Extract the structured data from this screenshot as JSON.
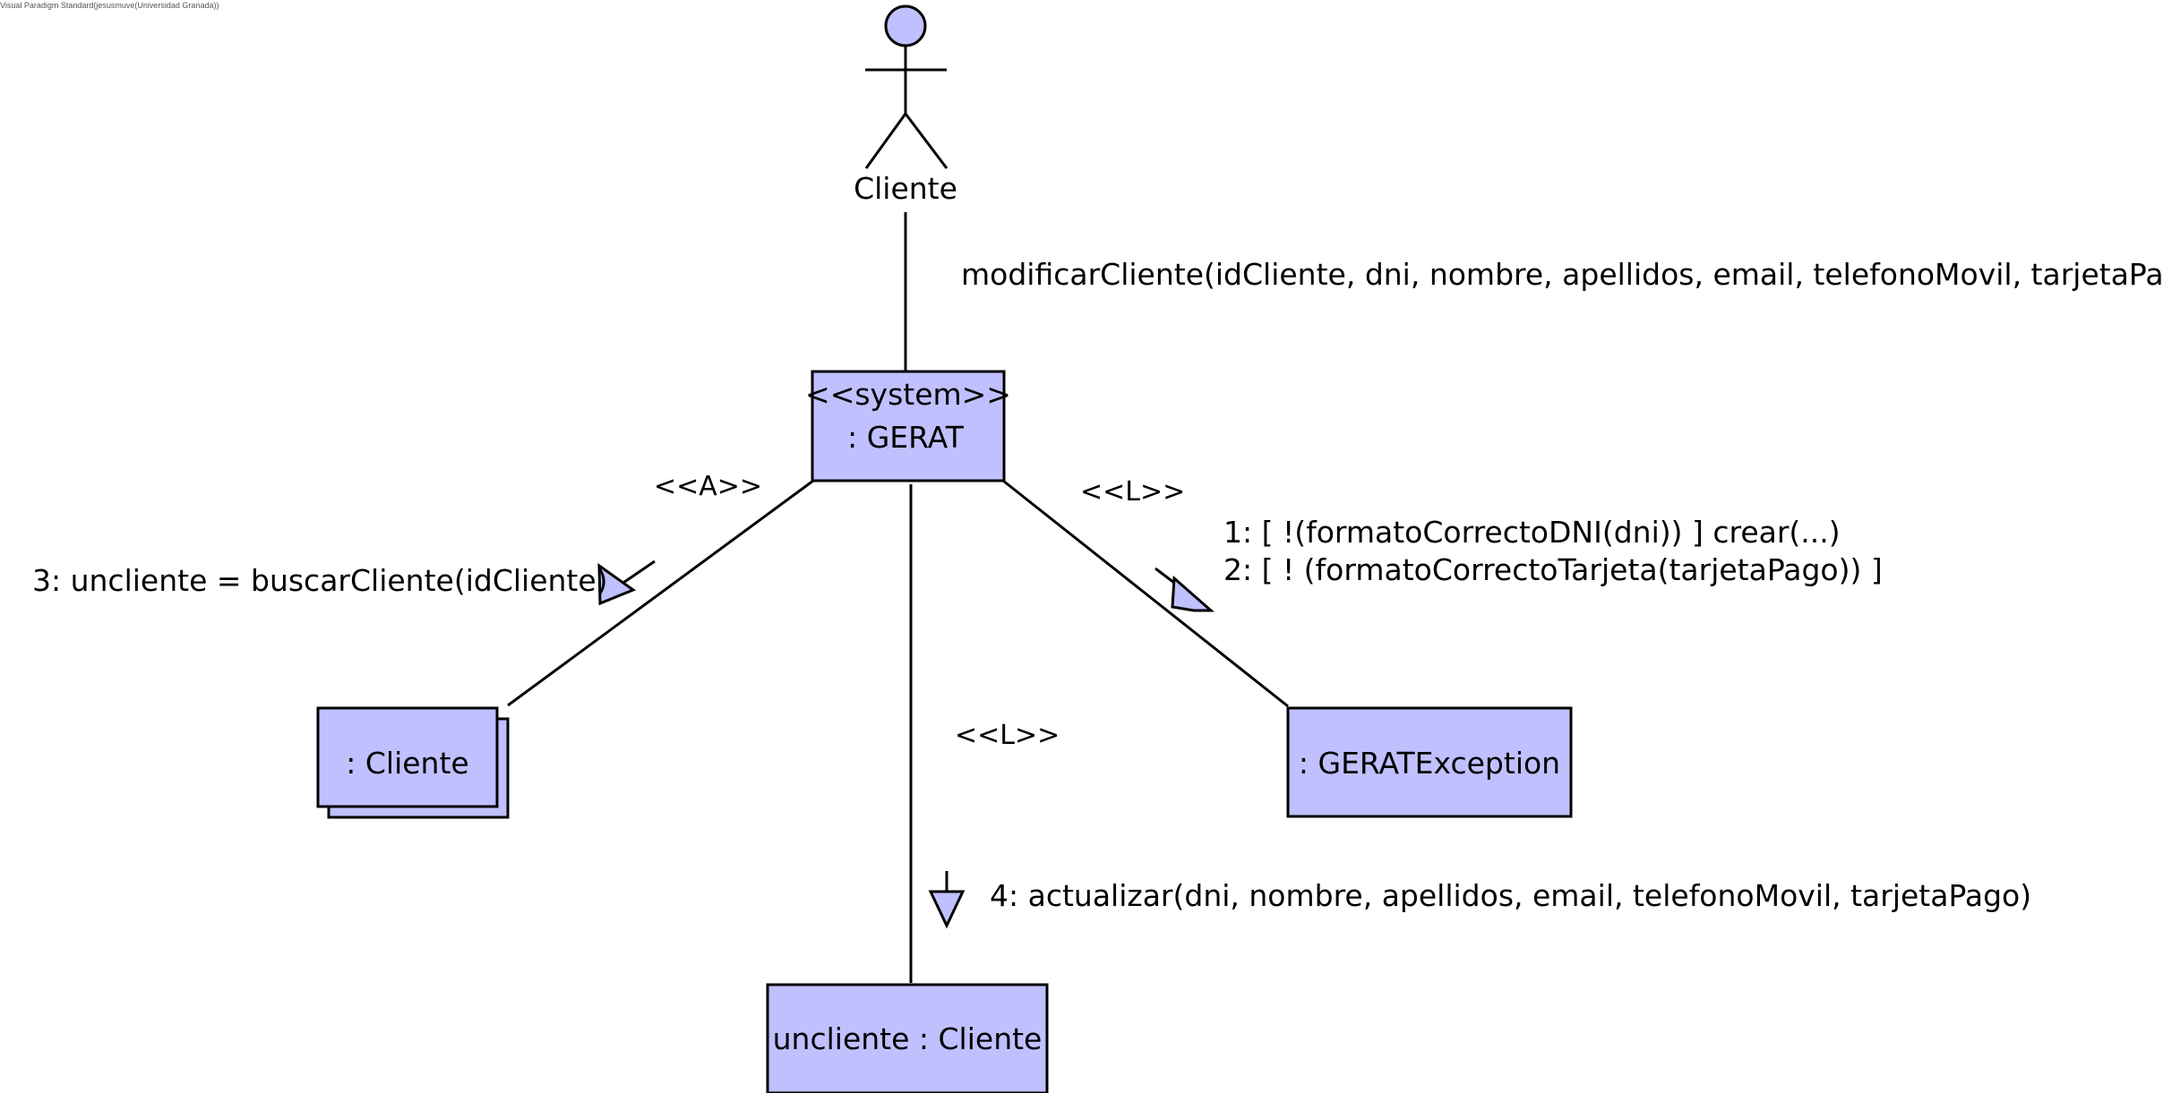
{
  "watermark": "Visual Paradigm Standard(jesusmuve(Universidad Granada))",
  "actor": {
    "name": "Cliente"
  },
  "objects": {
    "gerat": {
      "stereotype": "<<system>>",
      "name": ": GERAT"
    },
    "cliente_multi": {
      "name": ": Cliente"
    },
    "gerat_exception": {
      "name": ": GERATException"
    },
    "uncliente": {
      "name": "uncliente : Cliente"
    }
  },
  "messages": {
    "actor_msg": "modificarCliente(idCliente, dni, nombre, apellidos, email, telefonoMovil, tarjetaPago)",
    "stereotype_a": "<<A>>",
    "msg3": "3: uncliente = buscarCliente(idCliente)",
    "stereotype_l_right": "<<L>>",
    "msg1": "1: [ !(formatoCorrectoDNI(dni)) ] crear(...)",
    "msg2": "2: [ ! (formatoCorrectoTarjeta(tarjetaPago)) ]",
    "stereotype_l_center": "<<L>>",
    "msg4": "4: actualizar(dni, nombre, apellidos, email, telefonoMovil, tarjetaPago)"
  },
  "colors": {
    "fill": "#c0c0ff",
    "stroke": "#000000"
  }
}
